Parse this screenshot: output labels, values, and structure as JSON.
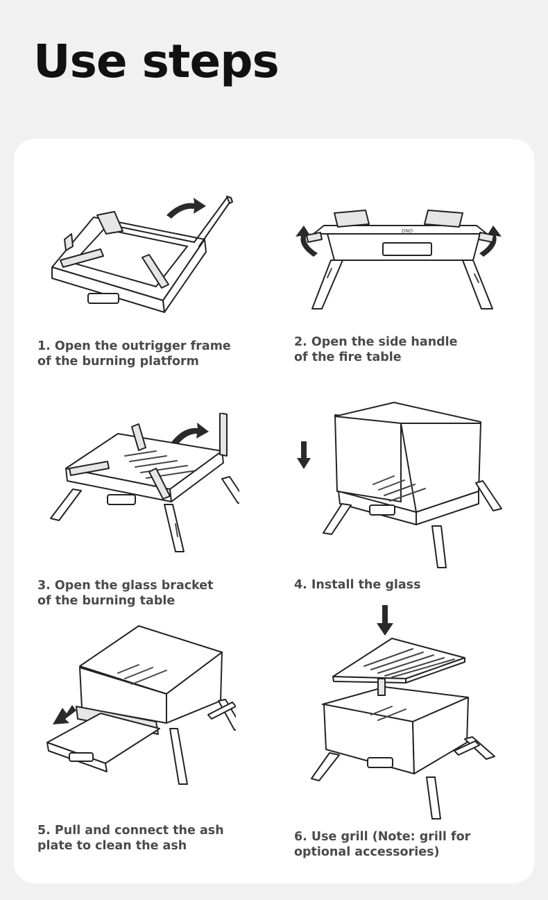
{
  "title": "Use steps",
  "steps": [
    {
      "caption": "1. Open the outrigger frame\nof the burning platform",
      "illustration": "folded-frame-illustration"
    },
    {
      "caption": "2. Open the side handle\nof the fire table",
      "illustration": "side-handle-illustration"
    },
    {
      "caption": "3. Open the glass bracket\nof the burning table",
      "illustration": "glass-bracket-illustration"
    },
    {
      "caption": "4. Install the glass",
      "illustration": "install-glass-illustration"
    },
    {
      "caption": "5. Pull and connect the ash\nplate to clean the ash",
      "illustration": "ash-plate-illustration"
    },
    {
      "caption": "6. Use grill (Note: grill for\noptional accessories)",
      "illustration": "grill-illustration"
    }
  ]
}
